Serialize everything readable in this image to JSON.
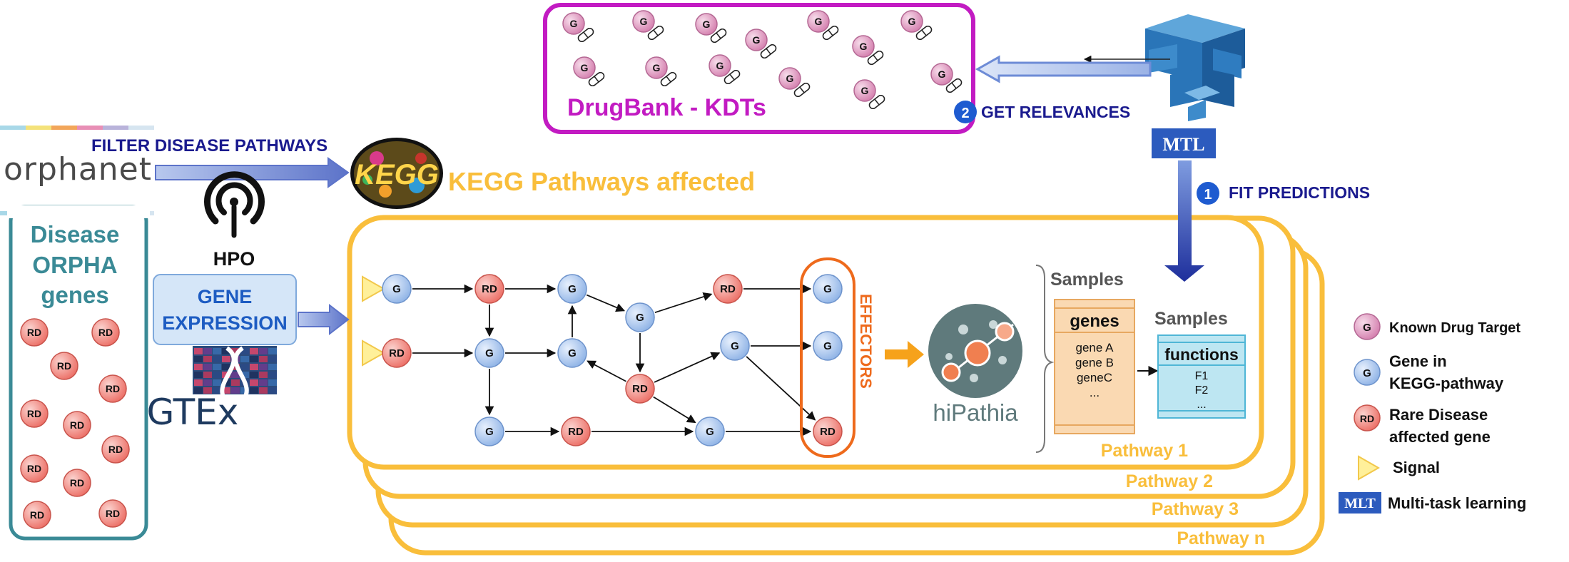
{
  "drugbank": {
    "label": "DrugBank - KDTs",
    "drug_letter": "G"
  },
  "steps": {
    "get_relevances": {
      "number": "2",
      "label": "GET RELEVANCES"
    },
    "fit_predictions": {
      "number": "1",
      "label": "FIT PREDICTIONS"
    }
  },
  "mtl": {
    "label": "MTL"
  },
  "orphanet": {
    "label": "orphanet",
    "filter_label": "FILTER DISEASE PATHWAYS"
  },
  "kegg": {
    "affected_label": "KEGG Pathways affected"
  },
  "hpo": {
    "label": "HPO"
  },
  "gene_expression": {
    "line1": "GENE",
    "line2": "EXPRESSION"
  },
  "gtex": {
    "label": "GTEx"
  },
  "disease_genes": {
    "line1": "Disease",
    "line2": "ORPHA",
    "line3": "genes",
    "node_label": "RD"
  },
  "network": {
    "gene_label": "G",
    "rd_label": "RD",
    "effectors_label": "EFFECTORS"
  },
  "hipathia": {
    "label": "hiPathia"
  },
  "samples_genes": {
    "samples_label": "Samples",
    "header": "genes",
    "rows": [
      "gene A",
      "gene B",
      "geneC",
      "..."
    ]
  },
  "samples_functions": {
    "samples_label": "Samples",
    "header": "functions",
    "rows": [
      "F1",
      "F2",
      "..."
    ]
  },
  "pathways": [
    "Pathway 1",
    "Pathway 2",
    "Pathway 3",
    "Pathway n"
  ],
  "legend": {
    "known_drug_target": {
      "symbol": "G",
      "label": "Known Drug Target"
    },
    "gene_in_kegg": {
      "symbol": "G",
      "line1": "Gene in",
      "line2": "KEGG-pathway"
    },
    "rare_disease": {
      "symbol": "RD",
      "line1": "Rare Disease",
      "line2": "affected gene"
    },
    "signal": {
      "label": "Signal"
    },
    "mlt": {
      "symbol": "MLT",
      "label": "Multi-task learning"
    }
  },
  "colors": {
    "pathway_orange": "#F9BE3B",
    "drugbank_magenta": "#C21BC2",
    "navy_text": "#1A1A8E",
    "teal": "#3A8A96",
    "gene_blue": "#A9C5EE",
    "rd_red": "#F1867E",
    "drug_pink": "#E3A3C6",
    "effector_orange": "#EE6A1C",
    "mtl_blue": "#2C5BBE"
  }
}
